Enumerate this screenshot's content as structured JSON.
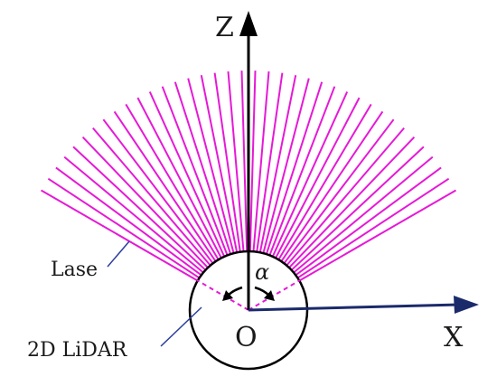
{
  "labels": {
    "z_axis": "Z",
    "x_axis": "X",
    "origin": "O",
    "angle": "α",
    "laser": "Lase",
    "device": "2D LiDAR"
  },
  "laser_fan": {
    "beam_count": 38,
    "start_angle_deg": 30,
    "end_angle_deg": 150
  },
  "colors": {
    "laser": "#e619d6",
    "axis_z": "#000000",
    "axis_x": "#1b2a6b",
    "outline": "#000000",
    "callout": "#2a3f9e"
  }
}
